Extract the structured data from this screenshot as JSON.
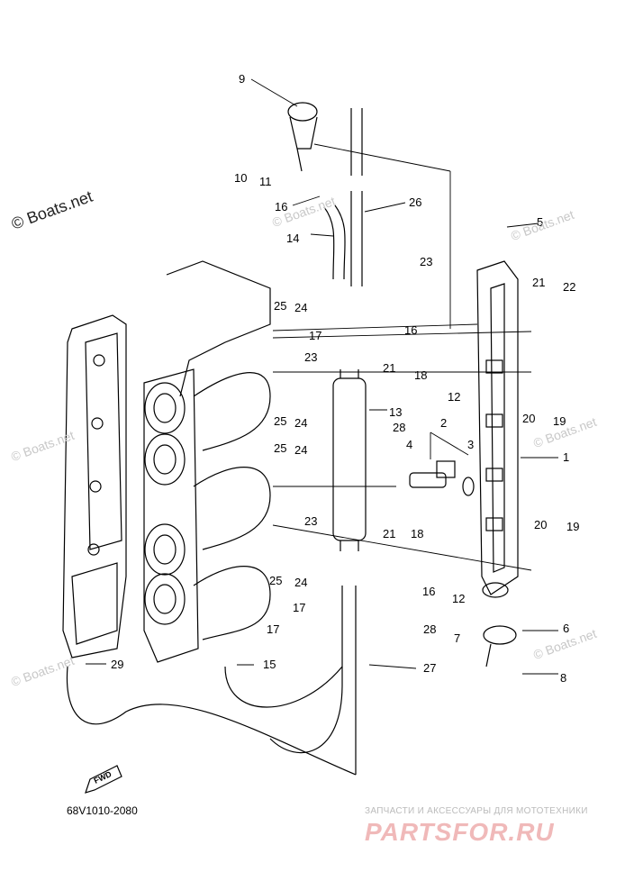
{
  "copyright": "© Boats.net",
  "diagram_code": "68V1010-2080",
  "fwd_label": "FWD",
  "watermark": "© Boats.net",
  "shop": {
    "subtitle": "ЗАПЧАСТИ И АКСЕССУАРЫ ДЛЯ МОТОТЕХНИКИ",
    "logo": "PARTSFOR.RU"
  },
  "callouts": {
    "c1": "1",
    "c2": "2",
    "c3": "3",
    "c4": "4",
    "c5": "5",
    "c6": "6",
    "c7": "7",
    "c8": "8",
    "c9": "9",
    "c10": "10",
    "c11": "11",
    "c12a": "12",
    "c12b": "12",
    "c13": "13",
    "c14": "14",
    "c15": "15",
    "c16a": "16",
    "c16b": "16",
    "c16c": "16",
    "c17a": "17",
    "c17b": "17",
    "c17c": "17",
    "c18a": "18",
    "c18b": "18",
    "c19a": "19",
    "c19b": "19",
    "c20a": "20",
    "c20b": "20",
    "c21a": "21",
    "c21b": "21",
    "c21c": "21",
    "c22": "22",
    "c23a": "23",
    "c23b": "23",
    "c23c": "23",
    "c24a": "24",
    "c24b": "24",
    "c24c": "24",
    "c24d": "24",
    "c25a": "25",
    "c25b": "25",
    "c25c": "25",
    "c25d": "25",
    "c26": "26",
    "c27": "27",
    "c28a": "28",
    "c28b": "28",
    "c29": "29"
  }
}
